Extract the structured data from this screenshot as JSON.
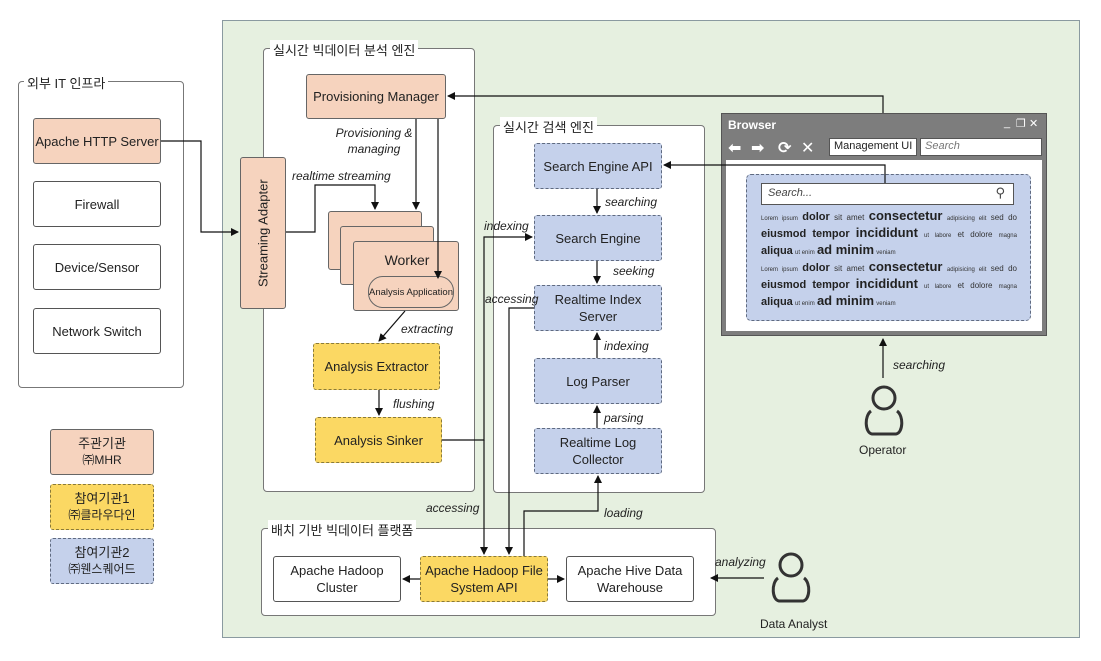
{
  "groups": {
    "external_it": "외부 IT 인프라",
    "realtime_analysis": "실시간 빅데이터 분석 엔진",
    "realtime_search": "실시간 검색 엔진",
    "batch_platform": "배치 기반 빅데이터 플랫폼"
  },
  "external_boxes": [
    "Apache HTTP Server",
    "Firewall",
    "Device/Sensor",
    "Network Switch"
  ],
  "analysis": {
    "provisioning_manager": "Provisioning Manager",
    "streaming_adapter": "Streaming Adapter",
    "worker": "Worker",
    "analysis_application": "Analysis Application",
    "analysis_extractor": "Analysis Extractor",
    "analysis_sinker": "Analysis Sinker"
  },
  "search": {
    "search_engine_api": "Search Engine API",
    "search_engine": "Search Engine",
    "realtime_index_server": "Realtime Index Server",
    "log_parser": "Log Parser",
    "realtime_log_collector": "Realtime Log Collector"
  },
  "batch": {
    "hadoop_cluster": "Apache Hadoop Cluster",
    "hadoop_fs_api": "Apache Hadoop File System API",
    "hive_dw": "Apache Hive Data Warehouse"
  },
  "edge_labels": {
    "provisioning_managing": "Provisioning & managing",
    "realtime_streaming": "realtime streaming",
    "extracting": "extracting",
    "flushing": "flushing",
    "searching_api": "searching",
    "seeking": "seeking",
    "indexing_left": "indexing",
    "accessing_left": "accessing",
    "indexing_mid": "indexing",
    "parsing": "parsing",
    "loading": "loading",
    "accessing_bottom": "accessing",
    "searching_operator": "searching",
    "analyzing": "analyzing"
  },
  "browser": {
    "title": "Browser",
    "window_controls": [
      "minimize-icon",
      "restore-icon",
      "close-icon"
    ],
    "nav_icons": [
      "back-arrow-icon",
      "forward-arrow-icon",
      "reload-icon",
      "stop-icon"
    ],
    "address": "Management UI",
    "search_placeholder": "Search",
    "inner_search_placeholder": "Search...",
    "lorem_block": "Lorem ipsum dolor sit amet consectetur adipisicing elit sed do eiusmod tempor incididunt ut labore et dolore magna aliqua ut enim ad minim veniam"
  },
  "actors": {
    "operator": "Operator",
    "data_analyst": "Data Analyst"
  },
  "legend": [
    {
      "title": "주관기관",
      "org": "㈜MHR",
      "color": "#f6d3be",
      "style": "solid"
    },
    {
      "title": "참여기관1",
      "org": "㈜클라우다인",
      "color": "#fbd863",
      "style": "dashed"
    },
    {
      "title": "참여기관2",
      "org": "㈜웬스퀘어드",
      "color": "#c5d1eb",
      "style": "dashed"
    }
  ]
}
